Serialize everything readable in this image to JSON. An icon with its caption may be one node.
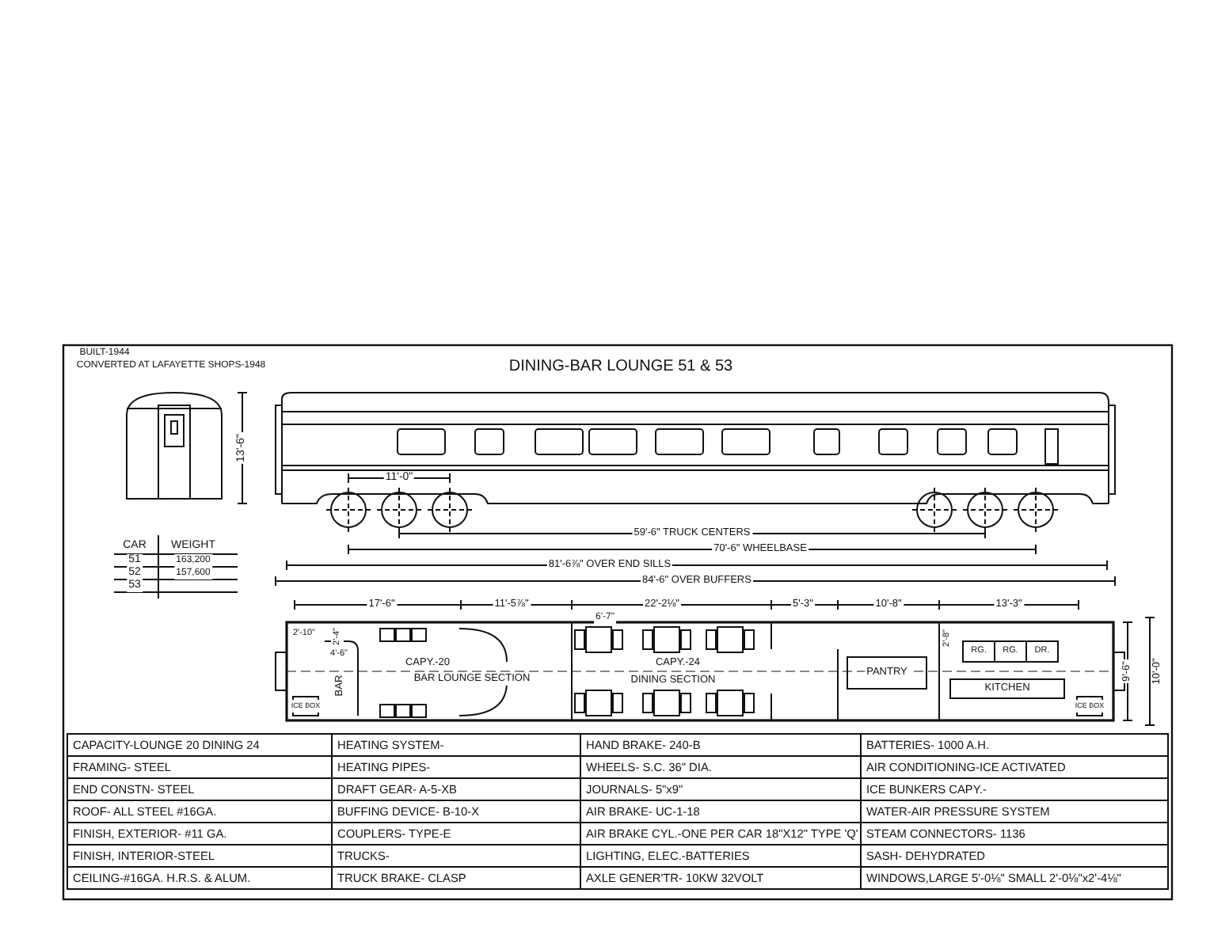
{
  "diagram": {
    "title": "DINING-BAR LOUNGE 51 & 53",
    "labels": [
      "BUILT-1944",
      "CONVERTED AT LAFAYETTE SHOPS-1948",
      "13'-6\"",
      "11'-0\"",
      "59'-6\" TRUCK CENTERS",
      "70'-6\" WHEELBASE",
      "81'-6⅞\" OVER END SILLS",
      "84'-6\" OVER BUFFERS",
      "CAR",
      "WEIGHT",
      "51",
      "163,200",
      "52",
      "157,600",
      "53",
      "2'-10\"",
      "2'-4\"",
      "4'-6\"",
      "17'-6\"",
      "11'-5⅞\"",
      "6'-7\"",
      "22'-2⅛\"",
      "5'-3\"",
      "10'-8\"",
      "13'-3\"",
      "2'-8\"",
      "9'-6\"",
      "10'-0\"",
      "CAPY.-20",
      "BAR LOUNGE SECTION",
      "BAR",
      "ICE BOX",
      "CAPY.-24",
      "DINING SECTION",
      "PANTRY",
      "RG.",
      "RG.",
      "DR.",
      "KITCHEN",
      "ICE BOX",
      "CAPACITY-LOUNGE 20 DINING 24",
      "HEATING SYSTEM-",
      "HAND BRAKE- 240-B",
      "BATTERIES- 1000 A.H.",
      "FRAMING- STEEL",
      "HEATING PIPES-",
      "WHEELS- S.C. 36\" DIA.",
      "AIR CONDITIONING-ICE ACTIVATED",
      "END CONSTN- STEEL",
      "DRAFT GEAR- A-5-XB",
      "JOURNALS- 5\"x9\"",
      "ICE BUNKERS CAPY.-",
      "ROOF- ALL STEEL #16GA.",
      "BUFFING DEVICE- B-10-X",
      "AIR BRAKE- UC-1-18",
      "WATER-AIR PRESSURE SYSTEM",
      "FINISH, EXTERIOR- #11 GA.",
      "COUPLERS- TYPE-E",
      "AIR BRAKE CYL.-ONE PER CAR 18\"X12\" TYPE 'Q'",
      "STEAM CONNECTORS- 1136",
      "FINISH, INTERIOR-STEEL",
      "TRUCKS-",
      "LIGHTING, ELEC.-BATTERIES",
      "SASH- DEHYDRATED",
      "CEILING-#16GA. H.R.S. & ALUM.",
      "TRUCK BRAKE- CLASP",
      "AXLE GENER'TR- 10KW 32VOLT",
      "WINDOWS,LARGE 5'-0⅛\" SMALL 2'-0⅛\"x2'-4⅛\""
    ]
  }
}
